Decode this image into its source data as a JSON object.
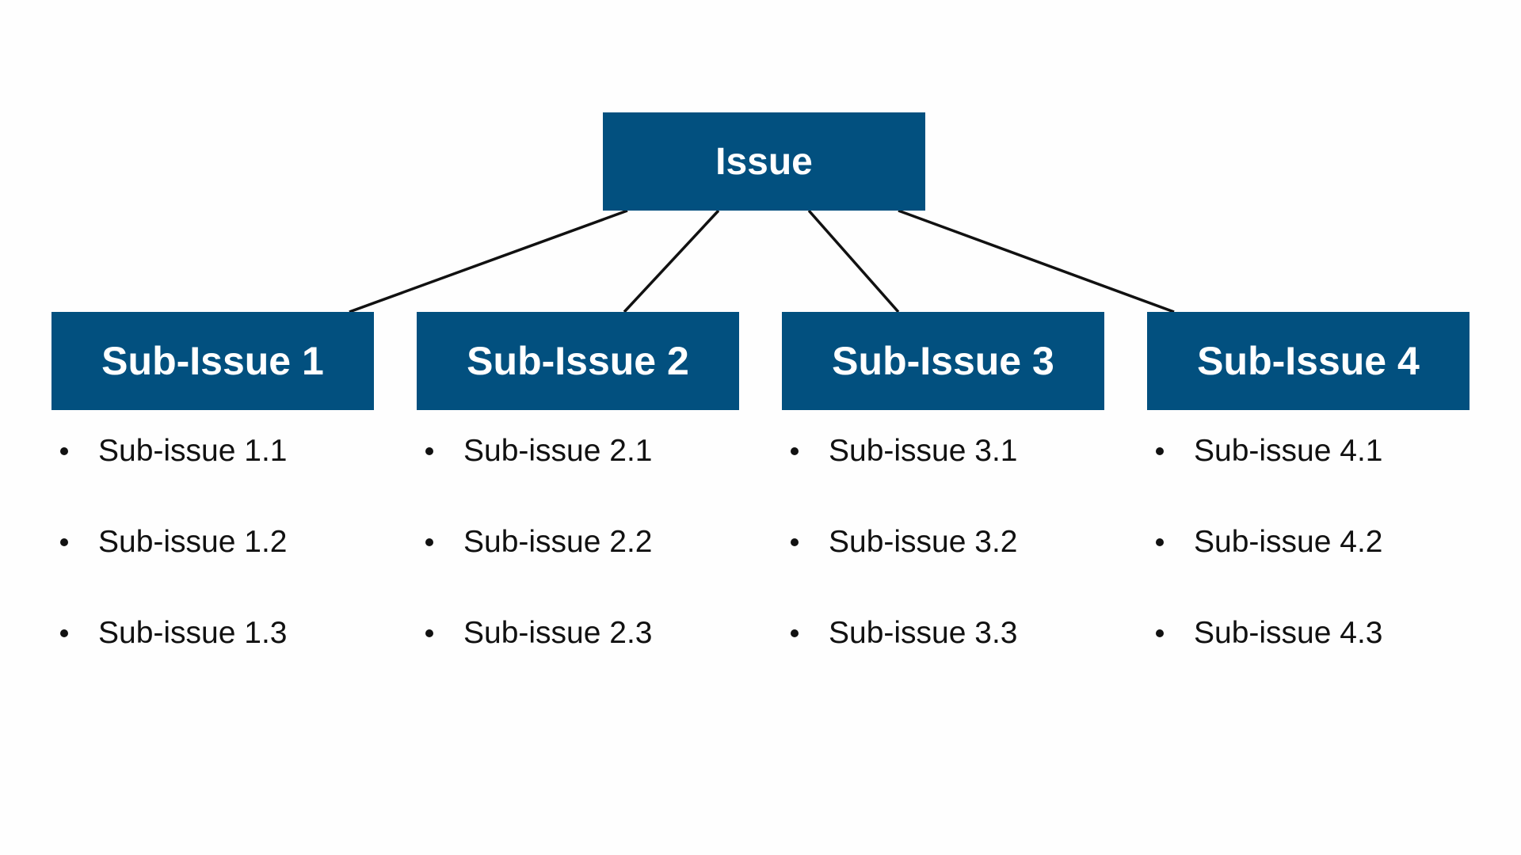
{
  "colors": {
    "box_fill": "#02507f",
    "box_text": "#ffffff",
    "connector": "#111111",
    "item_text": "#111111"
  },
  "root": {
    "label": "Issue"
  },
  "children": [
    {
      "label": "Sub-Issue 1",
      "items": [
        "Sub-issue 1.1",
        "Sub-issue 1.2",
        "Sub-issue 1.3"
      ]
    },
    {
      "label": "Sub-Issue 2",
      "items": [
        "Sub-issue 2.1",
        "Sub-issue 2.2",
        "Sub-issue 2.3"
      ]
    },
    {
      "label": "Sub-Issue 3",
      "items": [
        "Sub-issue 3.1",
        "Sub-issue 3.2",
        "Sub-issue 3.3"
      ]
    },
    {
      "label": "Sub-Issue 4",
      "items": [
        "Sub-issue 4.1",
        "Sub-issue 4.2",
        "Sub-issue 4.3"
      ]
    }
  ]
}
